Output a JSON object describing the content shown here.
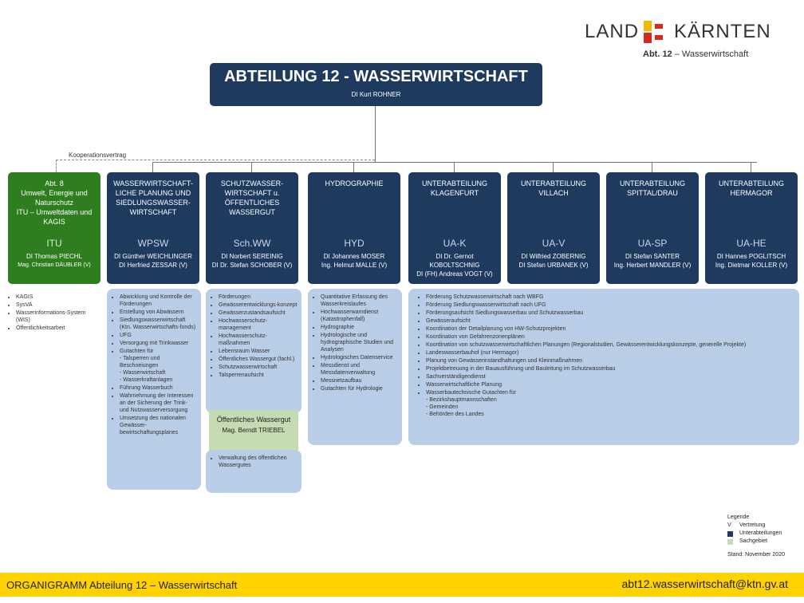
{
  "logo": {
    "land": "LAND",
    "kaernten": "KÄRNTEN",
    "abt_bold": "Abt. 12",
    "abt_rest": " – Wasserwirtschaft",
    "colors": {
      "yellow": "#f5b800",
      "red": "#d9281e"
    }
  },
  "header": {
    "title": "ABTEILUNG 12 - WASSERWIRTSCHAFT",
    "head": "DI Kurt ROHNER"
  },
  "cooperation_label": "Kooperationsvertrag",
  "departments": [
    {
      "name": "Abt. 8\nUmwelt, Energie und Naturschutz\nITU – Umweltdaten und KAGIS",
      "abbr": "ITU",
      "heads": [
        "DI Thomas PIECHL",
        "Mag. Christian DÄUBLER (V)"
      ],
      "color": "green",
      "tasks": [
        "KAGIS",
        "SysVA",
        "Wasserinformations-System (WIS)",
        "Öffentlichkeitsarbeit"
      ]
    },
    {
      "name": "WASSERWIRTSCHAFT-LICHE PLANUNG UND SIEDLUNGSWASSER-WIRTSCHAFT",
      "abbr": "WPSW",
      "heads": [
        "DI Günther WEICHLINGER",
        "DI Herfried ZESSAR (V)"
      ],
      "color": "navy",
      "tasks": [
        "Abwicklung und Kontrolle der Förderungen",
        "Erstellung von Abwässern",
        "Siedlungswasserwirtschaft (Ktn. Wasserwirtschafts-fonds)",
        "UFG",
        "Versorgung mit Trinkwasser",
        "Gutachten für\n- Talsperren und Beschneiungen\n- Wasserwirtschaft\n- Wasserkraftanlagen",
        "Führung Wasserbuch",
        "Wahrnehmung der Interessen an der Sicherung der Trink- und Nutzwasserversorgung",
        "Umsetzung des nationalen Gewässer-bewirtschaftungsplanes"
      ]
    },
    {
      "name": "SCHUTZWASSER-WIRTSCHAFT u. ÖFFENTLICHES WASSERGUT",
      "abbr": "Sch.WW",
      "heads": [
        "DI Norbert SEREINIG",
        "DI Dr. Stefan SCHOBER (V)"
      ],
      "color": "navy",
      "tasks": [
        "Förderungen",
        "Gewässerentwicklungs-konzept",
        "Gewässerzustandsaufsicht",
        "Hochwasserschutz-management",
        "Hochwasserschutz-maßnahmen",
        "Lebensraum Wasser",
        "Öffentliches Wassergut (fachl.)",
        "Schutzwasserwirtschaft",
        "Talsperrenaufsicht"
      ],
      "sub_unit": {
        "name": "Öffentliches Wassergut",
        "head": "Mag. Berndt TRIEBEL"
      },
      "sub_tasks": [
        "Verwaltung des öffentlichen Wassergutes"
      ]
    },
    {
      "name": "HYDROGRAPHIE",
      "abbr": "HYD",
      "heads": [
        "DI Johannes MOSER",
        "Ing. Helmut MALLE (V)"
      ],
      "color": "navy",
      "tasks": [
        "Quantitative Erfassung des Wasserkreislaufes",
        "Hochwasserwarndienst (Katastrophenfall)",
        "Hydrographie",
        "Hydrologische und hydrographische Studien und Analysen",
        "Hydrologisches Datenservice",
        "Messdienst und Messdatenverwaltung",
        "Messnetzaufbau",
        "Gutachten für Hydrologie"
      ]
    },
    {
      "name": "UNTERABTEILUNG KLAGENFURT",
      "abbr": "UA-K",
      "heads": [
        "DI Dr. Gernot KOBOLTSCHNIG",
        "DI (FH) Andreas VOGT (V)"
      ],
      "color": "navy"
    },
    {
      "name": "UNTERABTEILUNG VILLACH",
      "abbr": "UA-V",
      "heads": [
        "DI Wilfried ZOBERNIG",
        "DI Stefan URBANEK (V)"
      ],
      "color": "navy"
    },
    {
      "name": "UNTERABTEILUNG SPITTAL/DRAU",
      "abbr": "UA-SP",
      "heads": [
        "DI Stefan SANTER",
        "Ing. Herbert MANDLER (V)"
      ],
      "color": "navy"
    },
    {
      "name": "UNTERABTEILUNG HERMAGOR",
      "abbr": "UA-HE",
      "heads": [
        "DI Hannes POGLITSCH",
        "Ing. Dietmar KOLLER (V)"
      ],
      "color": "navy"
    }
  ],
  "ua_tasks": [
    "Förderung Schutzwasserwirtschaft nach WBFG",
    "Förderung Siedlungswasserwirtschaft nach UFG",
    "Förderungsaufsicht Siedlungswasserbau und Schutzwasserbau",
    "Gewässeraufsicht",
    "Koordination der Detailplanung von HW-Schutzprojekten",
    "Koordination von Gefahrenzonenplänen",
    "Koordination von schutzwasserwirtschaftlichen Planungen (Regionalstudien, Gewässerentwicklungskonzepte, generelle Projekte)",
    "Landeswasserbauhof (nur Hermagor)",
    "Planung von Gewässerinstandhaltungen und Kleinmaßnahmen",
    "Projektbetreuung in der Bauausführung und Bauleitung im Schutzwasserbau",
    "Sachverständigendienst",
    "Wasserwirtschaftliche Planung",
    "Wasserbautechnische Gutachten für\n- Bezirkshauptmannschaften\n- Gemeinden\n- Behörden des Landes"
  ],
  "legend": {
    "title": "Legende",
    "items": [
      {
        "mark": "V",
        "label": "Vertretung"
      },
      {
        "swatch": "#1f3a5f",
        "label": "Unterabteilungen"
      },
      {
        "swatch": "#c5dbb4",
        "label": "Sachgebiet"
      }
    ]
  },
  "stand": "Stand: November 2020",
  "footer": {
    "left": "ORGANIGRAMM Abteilung 12 – Wasserwirtschaft",
    "right": "abt12.wasserwirtschaft@ktn.gv.at"
  }
}
